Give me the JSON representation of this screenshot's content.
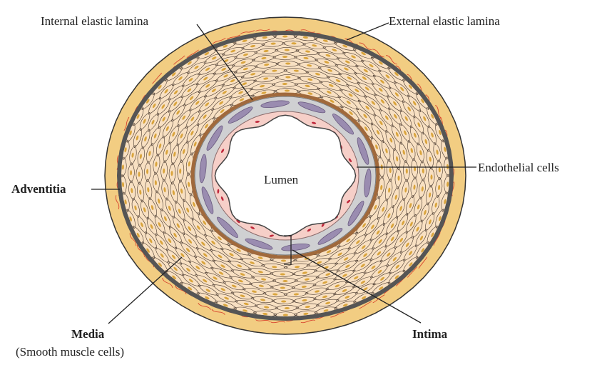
{
  "labels": {
    "internal_elastic_lamina": "Internal elastic lamina",
    "external_elastic_lamina": "External elastic lamina",
    "endothelial_cells": "Endothelial cells",
    "lumen": "Lumen",
    "adventitia": "Adventitia",
    "media": "Media",
    "media_sub": "(Smooth muscle cells)",
    "intima": "Intima"
  },
  "colors": {
    "adventitia_fill": "#f2cd82",
    "adventitia_fibers": "#d8442e",
    "external_lamina": "#555555",
    "media_fill": "#f8e0c2",
    "media_cell_lines": "#4a3a30",
    "media_nuclei": "#d9a43c",
    "internal_lamina": "#a0693c",
    "intima_fill": "#cfd0d2",
    "endothelial_nuclei": "#9a8cb0",
    "subendothelium_fill": "#f6cfc8",
    "lumen_fill": "#ffffff",
    "red_cells": "#c0283c"
  }
}
